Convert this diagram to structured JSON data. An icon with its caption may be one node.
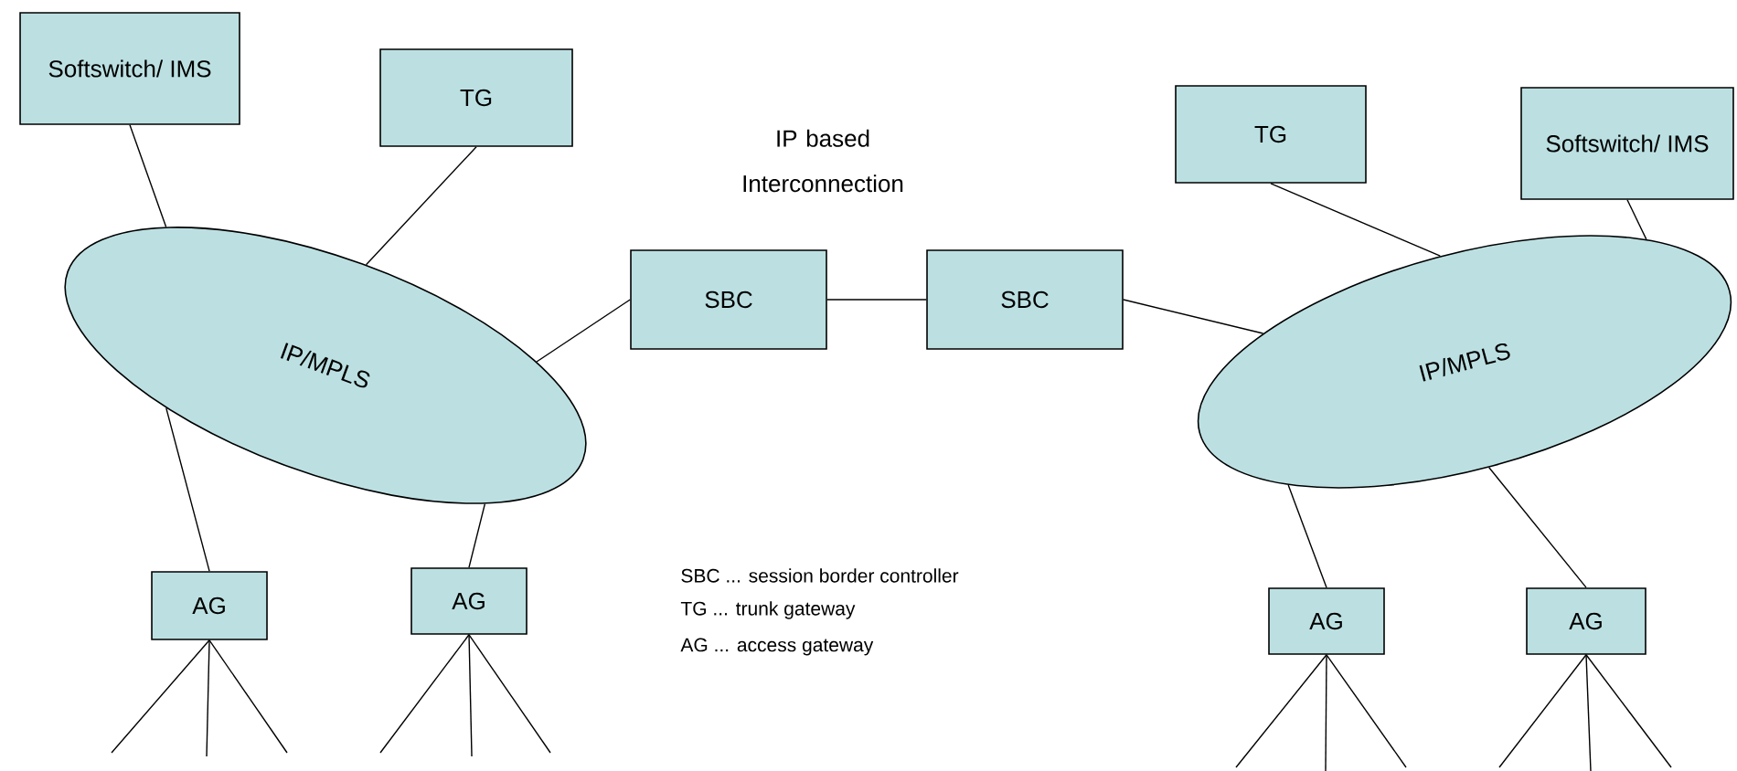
{
  "diagram": {
    "nodes": [
      {
        "text": [
          "Softswitch/ IMS"
        ]
      },
      {
        "text": [
          "TG"
        ]
      },
      {
        "text": [
          "IP/MPLS"
        ]
      },
      {
        "text": [
          "SBC"
        ]
      },
      {
        "text": [
          "SBC"
        ]
      },
      {
        "text": [
          "TG"
        ]
      },
      {
        "text": [
          "Softswitch/ IMS"
        ]
      },
      {
        "text": [
          "IP/MPLS"
        ]
      },
      {
        "text": [
          "AG"
        ]
      },
      {
        "text": [
          "AG"
        ]
      },
      {
        "text": [
          "AG"
        ]
      },
      {
        "text": [
          "AG"
        ]
      }
    ],
    "edges": [
      {
        "from": 0,
        "to": 2,
        "arrow": "none"
      },
      {
        "from": 1,
        "to": 2,
        "arrow": "none"
      },
      {
        "from": 2,
        "to": 3,
        "arrow": "none"
      },
      {
        "from": 3,
        "to": 4,
        "arrow": "none"
      },
      {
        "from": 4,
        "to": 7,
        "arrow": "none"
      },
      {
        "from": 5,
        "to": 7,
        "arrow": "none"
      },
      {
        "from": 6,
        "to": 7,
        "arrow": "none"
      },
      {
        "from": 2,
        "to": 8,
        "arrow": "none"
      },
      {
        "from": 2,
        "to": 9,
        "arrow": "none"
      },
      {
        "from": 7,
        "to": 10,
        "arrow": "none"
      },
      {
        "from": 7,
        "to": 11,
        "arrow": "none"
      },
      {
        "from": 8,
        "to": null,
        "arrow": "none"
      },
      {
        "from": 8,
        "to": null,
        "arrow": "none"
      },
      {
        "from": 8,
        "to": null,
        "arrow": "none"
      },
      {
        "from": 9,
        "to": null,
        "arrow": "none"
      },
      {
        "from": 9,
        "to": null,
        "arrow": "none"
      },
      {
        "from": 9,
        "to": null,
        "arrow": "none"
      },
      {
        "from": 10,
        "to": null,
        "arrow": "none"
      },
      {
        "from": 10,
        "to": null,
        "arrow": "none"
      },
      {
        "from": 10,
        "to": null,
        "arrow": "none"
      },
      {
        "from": 11,
        "to": null,
        "arrow": "none"
      },
      {
        "from": 11,
        "to": null,
        "arrow": "none"
      },
      {
        "from": 11,
        "to": null,
        "arrow": "none"
      }
    ],
    "labels": [
      "IP based Interconnection",
      "SBC ... session border controller",
      "TG ... trunk gateway",
      "AG ... access gateway"
    ]
  }
}
